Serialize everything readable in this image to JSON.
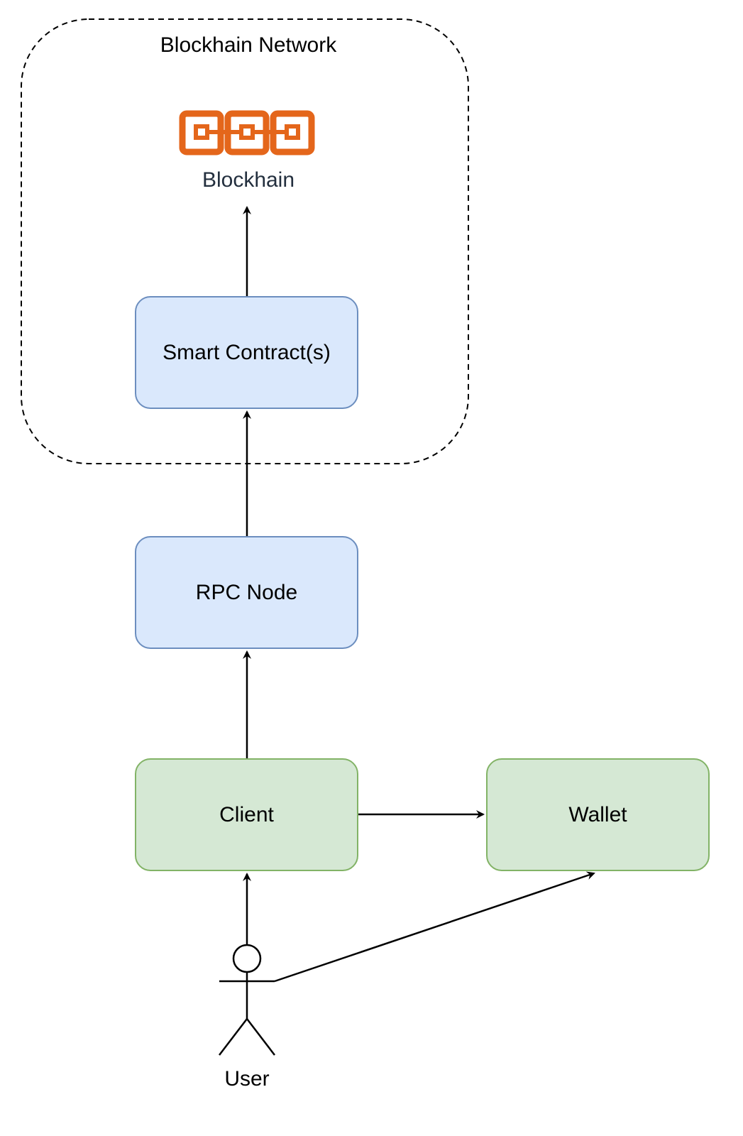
{
  "group": {
    "label": "Blockhain Network"
  },
  "blockchain_icon": {
    "icon": "blockchain-chain-icon",
    "label": "Blockhain",
    "color": "#e4661b"
  },
  "nodes": {
    "contracts": "Smart Contract(s)",
    "rpc": "RPC Node",
    "client": "Client",
    "wallet": "Wallet"
  },
  "actor": {
    "icon": "user-stick-figure-icon",
    "label": "User"
  },
  "edges": [
    {
      "from": "Smart Contract(s)",
      "to": "Blockhain"
    },
    {
      "from": "RPC Node",
      "to": "Smart Contract(s)"
    },
    {
      "from": "Client",
      "to": "RPC Node"
    },
    {
      "from": "Client",
      "to": "Wallet"
    },
    {
      "from": "User",
      "to": "Client"
    },
    {
      "from": "User",
      "to": "Wallet"
    }
  ],
  "colors": {
    "blue_fill": "#dae8fc",
    "blue_stroke": "#6c8ebf",
    "green_fill": "#d5e8d4",
    "green_stroke": "#82b366",
    "icon_orange": "#e4661b",
    "icon_label": "#232f3e"
  }
}
